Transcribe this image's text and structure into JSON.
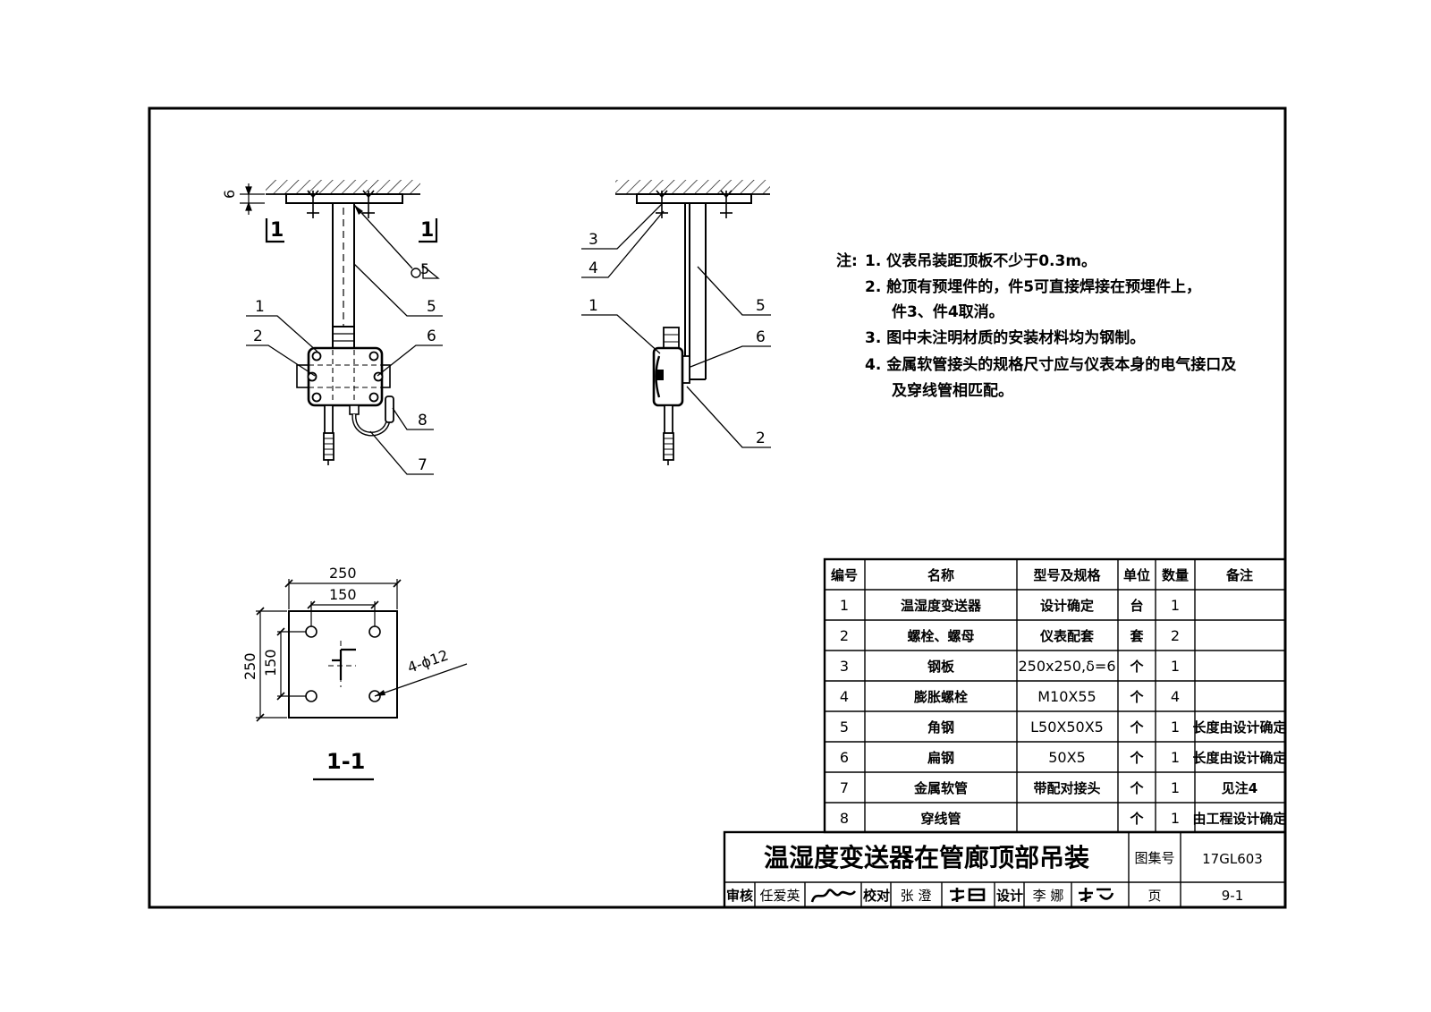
{
  "notes": {
    "label": "注:",
    "items": [
      "1. 仪表吊装距顶板不少于0.3m。",
      "2. 舱顶有预埋件的，件5可直接焊接在预埋件上，",
      "件3、件4取消。",
      "3. 图中未注明材质的安装材料均为钢制。",
      "4. 金属软管接头的规格尺寸应与仪表本身的电气接口及",
      "及穿线管相匹配。"
    ]
  },
  "left_view": {
    "dim_thickness": "6",
    "section_mark": "1",
    "weld_symbol": "5",
    "callouts": [
      "1",
      "2",
      "5",
      "6",
      "7",
      "8"
    ]
  },
  "right_view": {
    "callouts": [
      "3",
      "4",
      "1",
      "5",
      "6",
      "2"
    ]
  },
  "plate_view": {
    "dim_outer_w": "250",
    "dim_inner_w": "150",
    "dim_outer_h": "250",
    "dim_inner_h": "150",
    "holes": "4-ϕ12",
    "section_title": "1-1"
  },
  "table": {
    "headers": [
      "编号",
      "名称",
      "型号及规格",
      "单位",
      "数量",
      "备注"
    ],
    "rows": [
      [
        "1",
        "温湿度变送器",
        "设计确定",
        "台",
        "1",
        ""
      ],
      [
        "2",
        "螺栓、螺母",
        "仪表配套",
        "套",
        "2",
        ""
      ],
      [
        "3",
        "钢板",
        "250x250,δ=6",
        "个",
        "1",
        ""
      ],
      [
        "4",
        "膨胀螺栓",
        "M10X55",
        "个",
        "4",
        ""
      ],
      [
        "5",
        "角钢",
        "L50X50X5",
        "个",
        "1",
        "长度由设计确定"
      ],
      [
        "6",
        "扁钢",
        "50X5",
        "个",
        "1",
        "长度由设计确定"
      ],
      [
        "7",
        "金属软管",
        "带配对接头",
        "个",
        "1",
        "见注4"
      ],
      [
        "8",
        "穿线管",
        "",
        "个",
        "1",
        "由工程设计确定"
      ]
    ]
  },
  "title_block": {
    "title": "温湿度变送器在管廊顶部吊装",
    "atlas_label": "图集号",
    "atlas_no": "17GL603",
    "review_label": "审核",
    "review_name": "任爱英",
    "check_label": "校对",
    "check_name": "张 澄",
    "design_label": "设计",
    "design_name": "李 娜",
    "page_label": "页",
    "page_no": "9-1"
  }
}
